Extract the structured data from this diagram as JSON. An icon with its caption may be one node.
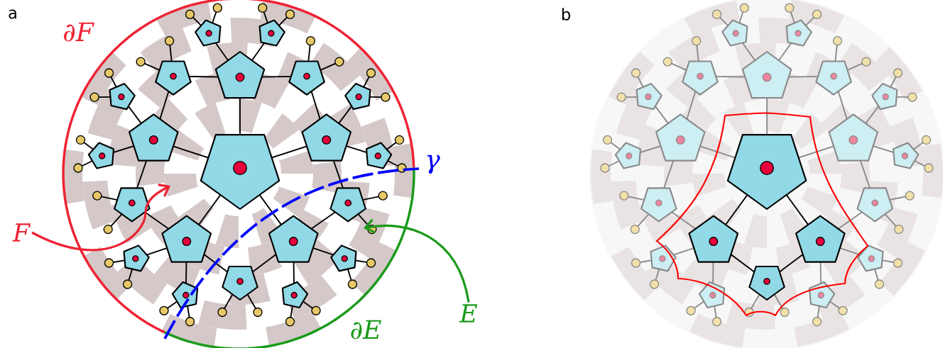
{
  "diagram": {
    "nodes": [
      {
        "text": [
          "F"
        ]
      },
      {
        "text": [
          "E"
        ]
      }
    ],
    "edges": [
      {
        "from": 0,
        "to": null,
        "arrow": "to",
        "color": "#ee2233"
      },
      {
        "from": 1,
        "to": null,
        "arrow": "to",
        "color": "#1a9a1a"
      }
    ],
    "labels": [
      "a",
      "b",
      "∂F",
      "γ",
      "∂E"
    ]
  }
}
